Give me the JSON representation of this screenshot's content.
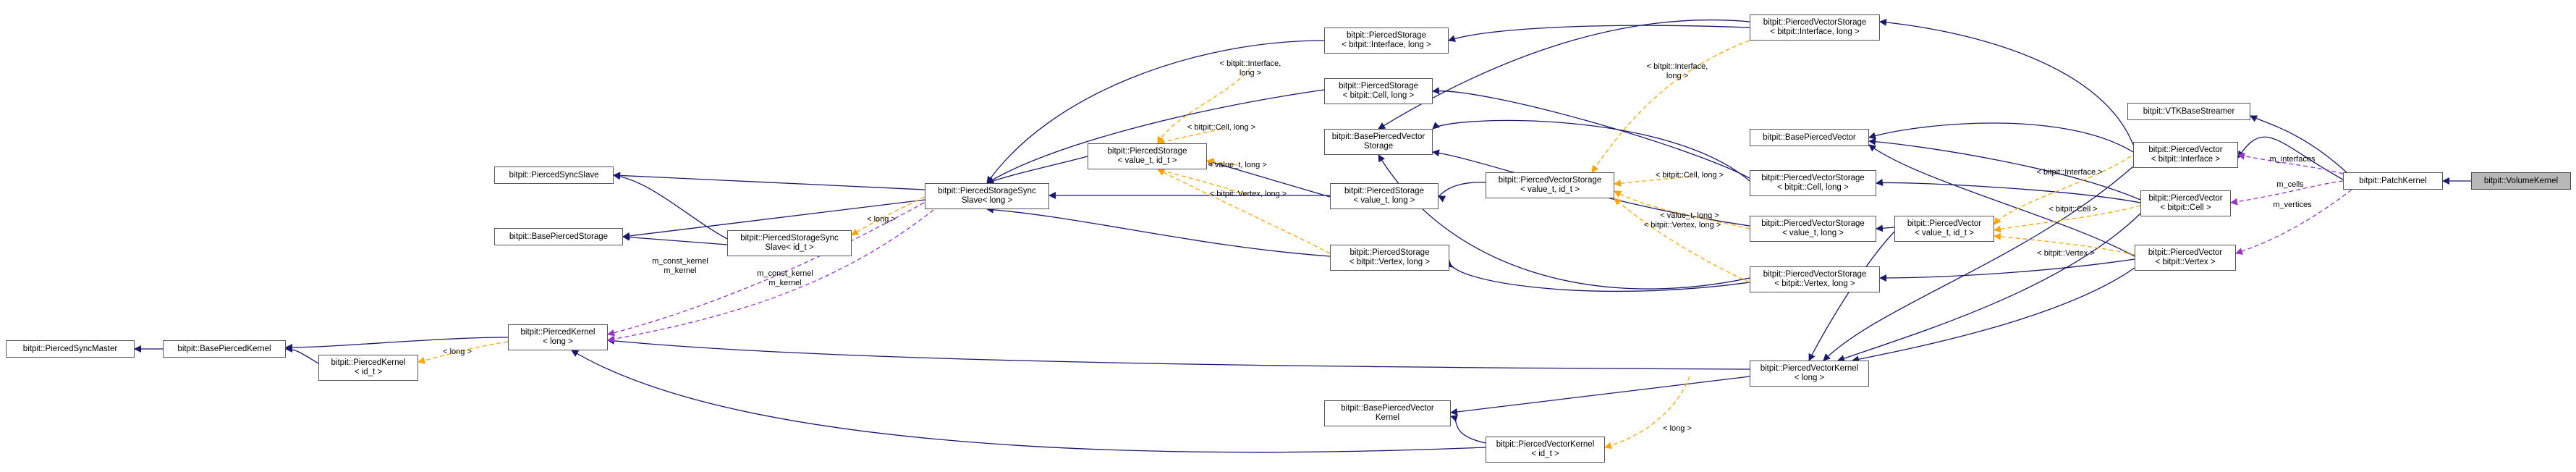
{
  "colors": {
    "inherit": "#191970",
    "template": "#ffa500",
    "member": "#9a32cd",
    "root_fill": "#bfbfbf"
  },
  "nodes": [
    {
      "id": "sync_master",
      "lines": [
        "bitpit::PiercedSyncMaster"
      ]
    },
    {
      "id": "base_kernel",
      "lines": [
        "bitpit::BasePiercedKernel"
      ]
    },
    {
      "id": "kernel_idt",
      "lines": [
        "bitpit::PiercedKernel",
        "< id_t >"
      ]
    },
    {
      "id": "kernel_long",
      "lines": [
        "bitpit::PiercedKernel",
        "< long >"
      ]
    },
    {
      "id": "sync_slave",
      "lines": [
        "bitpit::PiercedSyncSlave"
      ]
    },
    {
      "id": "base_storage",
      "lines": [
        "bitpit::BasePiercedStorage"
      ]
    },
    {
      "id": "storage_sync_idt",
      "lines": [
        "bitpit::PiercedStorageSync",
        "Slave< id_t >"
      ]
    },
    {
      "id": "storage_sync_long",
      "lines": [
        "bitpit::PiercedStorageSync",
        "Slave< long >"
      ]
    },
    {
      "id": "storage_value_idt",
      "lines": [
        "bitpit::PiercedStorage",
        "< value_t, id_t >"
      ]
    },
    {
      "id": "storage_iface",
      "lines": [
        "bitpit::PiercedStorage",
        "< bitpit::Interface, long >"
      ]
    },
    {
      "id": "storage_cell",
      "lines": [
        "bitpit::PiercedStorage",
        "< bitpit::Cell, long >"
      ]
    },
    {
      "id": "base_vec_storage",
      "lines": [
        "bitpit::BasePiercedVector",
        "Storage"
      ]
    },
    {
      "id": "storage_value_long",
      "lines": [
        "bitpit::PiercedStorage",
        "< value_t, long >"
      ]
    },
    {
      "id": "storage_vertex",
      "lines": [
        "bitpit::PiercedStorage",
        "< bitpit::Vertex, long >"
      ]
    },
    {
      "id": "base_vec_kernel",
      "lines": [
        "bitpit::BasePiercedVector",
        "Kernel"
      ]
    },
    {
      "id": "vec_storage_iface",
      "lines": [
        "bitpit::PiercedVectorStorage",
        "< bitpit::Interface, long >"
      ]
    },
    {
      "id": "vec_storage_value_idt",
      "lines": [
        "bitpit::PiercedVectorStorage",
        "< value_t, id_t >"
      ]
    },
    {
      "id": "vec_storage_cell",
      "lines": [
        "bitpit::PiercedVectorStorage",
        "< bitpit::Cell, long >"
      ]
    },
    {
      "id": "vec_storage_value_long",
      "lines": [
        "bitpit::PiercedVectorStorage",
        "< value_t, long >"
      ]
    },
    {
      "id": "vec_storage_vertex",
      "lines": [
        "bitpit::PiercedVectorStorage",
        "< bitpit::Vertex, long >"
      ]
    },
    {
      "id": "base_vector",
      "lines": [
        "bitpit::BasePiercedVector"
      ]
    },
    {
      "id": "vec_kernel_long",
      "lines": [
        "bitpit::PiercedVectorKernel",
        "< long >"
      ]
    },
    {
      "id": "vec_kernel_idt",
      "lines": [
        "bitpit::PiercedVectorKernel",
        "< id_t >"
      ]
    },
    {
      "id": "vector_value_idt",
      "lines": [
        "bitpit::PiercedVector",
        "< value_t, id_t >"
      ]
    },
    {
      "id": "vtk_streamer",
      "lines": [
        "bitpit::VTKBaseStreamer"
      ]
    },
    {
      "id": "vector_iface",
      "lines": [
        "bitpit::PiercedVector",
        "< bitpit::Interface >"
      ]
    },
    {
      "id": "vector_cell",
      "lines": [
        "bitpit::PiercedVector",
        "< bitpit::Cell >"
      ]
    },
    {
      "id": "vector_vertex",
      "lines": [
        "bitpit::PiercedVector",
        "< bitpit::Vertex >"
      ]
    },
    {
      "id": "patch_kernel",
      "lines": [
        "bitpit::PatchKernel"
      ]
    },
    {
      "id": "volume_kernel",
      "lines": [
        "bitpit::VolumeKernel"
      ],
      "root": true
    }
  ],
  "edge_labels": [
    {
      "id": "lbl_iface_long",
      "text": "< bitpit::Interface,\nlong >"
    },
    {
      "id": "lbl_cell_long_a",
      "text": "< bitpit::Cell, long >"
    },
    {
      "id": "lbl_value_long_a",
      "text": "< value_t, long >"
    },
    {
      "id": "lbl_vertex_long_a",
      "text": "< bitpit::Vertex, long >"
    },
    {
      "id": "lbl_long_sync",
      "text": "< long >"
    },
    {
      "id": "lbl_const_kernel",
      "text": "m_const_kernel\nm_kernel"
    },
    {
      "id": "lbl_const_kernel_b",
      "text": "m_const_kernel\nm_kernel"
    },
    {
      "id": "lbl_long_kernel",
      "text": "< long >"
    },
    {
      "id": "lbl_iface_long_b",
      "text": "< bitpit::Interface,\nlong >"
    },
    {
      "id": "lbl_cell_long_b",
      "text": "< bitpit::Cell, long >"
    },
    {
      "id": "lbl_value_long_b",
      "text": "< value_t, long >"
    },
    {
      "id": "lbl_vertex_long_b",
      "text": "< bitpit::Vertex, long >"
    },
    {
      "id": "lbl_iface",
      "text": "< bitpit::Interface >"
    },
    {
      "id": "lbl_cell",
      "text": "< bitpit::Cell >"
    },
    {
      "id": "lbl_vertex",
      "text": "< bitpit::Vertex >"
    },
    {
      "id": "lbl_long_veckernel",
      "text": "< long >"
    },
    {
      "id": "lbl_m_interfaces",
      "text": "m_interfaces"
    },
    {
      "id": "lbl_m_cells",
      "text": "m_cells"
    },
    {
      "id": "lbl_m_vertices",
      "text": "m_vertices"
    }
  ]
}
